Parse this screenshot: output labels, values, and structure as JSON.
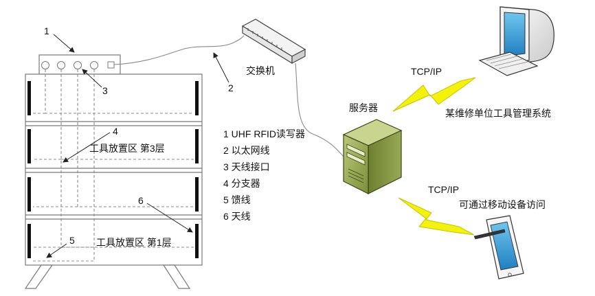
{
  "rack": {
    "shelf_labels": [
      "工具放置区 第3层",
      "工具放置区 第1层"
    ],
    "callouts": [
      "1",
      "3",
      "4",
      "5",
      "6"
    ]
  },
  "network": {
    "switch_label": "交换机",
    "cable_callout": "2",
    "server_label": "服务器",
    "protocol_top": "TCP/IP",
    "protocol_bottom": "TCP/IP",
    "desktop_label": "某维修单位工具管理系统",
    "mobile_label": "可通过移动设备访问"
  },
  "legend": [
    "1 UHF RFID读写器",
    "2 以太网线",
    "3 天线接口",
    "4 分支器",
    "5 馈线",
    "6 天线"
  ],
  "colors": {
    "line": "#7a7a7a",
    "antenna": "#111111",
    "server_green": "#8fa14a",
    "lightning": "#f2f20a"
  }
}
